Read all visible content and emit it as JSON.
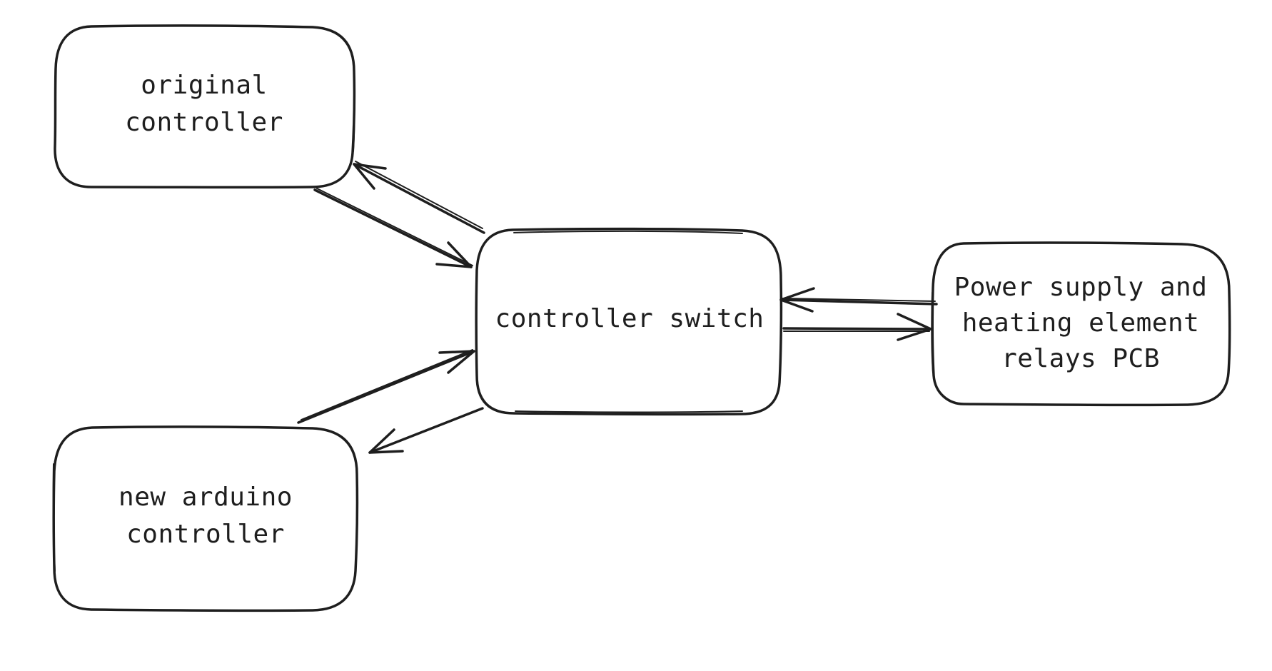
{
  "nodes": {
    "original_controller": [
      "original",
      "controller"
    ],
    "new_arduino_controller": [
      "new arduino",
      "controller"
    ],
    "controller_switch": [
      "controller switch"
    ],
    "power_supply_pcb": [
      "Power supply and",
      "heating element",
      "relays PCB"
    ]
  },
  "edges": [
    {
      "from": "original_controller",
      "to": "controller_switch"
    },
    {
      "from": "controller_switch",
      "to": "original_controller"
    },
    {
      "from": "new_arduino_controller",
      "to": "controller_switch"
    },
    {
      "from": "controller_switch",
      "to": "new_arduino_controller"
    },
    {
      "from": "controller_switch",
      "to": "power_supply_pcb"
    },
    {
      "from": "power_supply_pcb",
      "to": "controller_switch"
    }
  ],
  "colors": {
    "stroke": "#1e1e1e",
    "background": "#ffffff"
  }
}
